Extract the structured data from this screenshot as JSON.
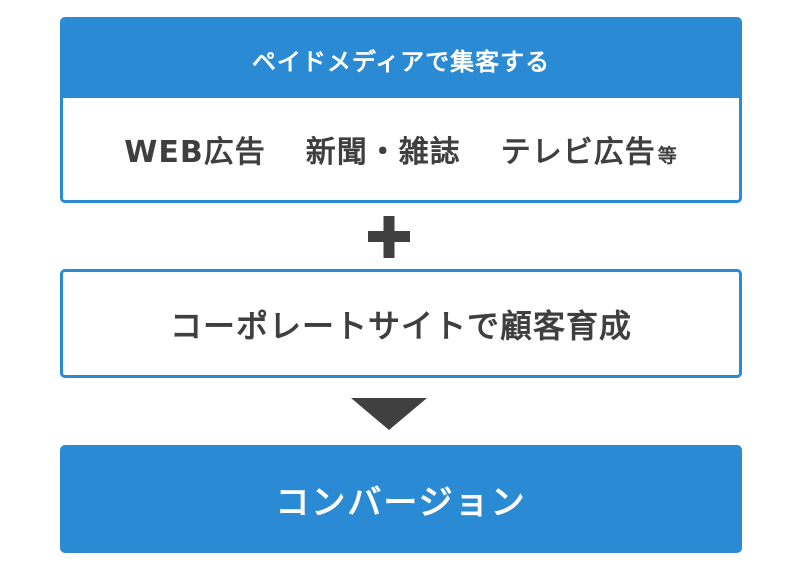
{
  "paid_media": {
    "header": "ペイドメディアで集客する",
    "items": [
      "WEB広告",
      "新聞・雑誌",
      "テレビ広告"
    ],
    "suffix": "等"
  },
  "plus_icon": "plus-icon",
  "corporate": {
    "label": "コーポレートサイトで顧客育成"
  },
  "arrow_icon": "arrow-down-icon",
  "conversion": {
    "label": "コンバージョン"
  },
  "colors": {
    "accent_blue": "#2a8ad3",
    "text_dark": "#3f3f3f",
    "icon_dark": "#404040",
    "white": "#ffffff"
  }
}
